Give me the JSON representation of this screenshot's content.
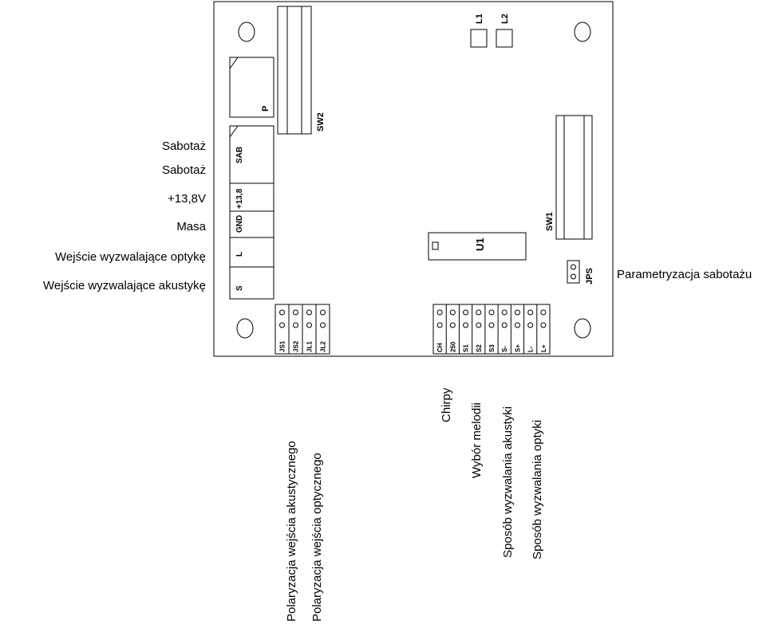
{
  "board": {
    "connectors": {
      "p": "P",
      "sw2": "SW2",
      "sw1": "SW1",
      "u1": "U1",
      "l1": "L1",
      "l2": "L2",
      "jps": "JPS"
    },
    "terminal_labels": [
      "SAB",
      "+13,8",
      "GND",
      "L",
      "S"
    ],
    "jumpers_left": [
      "JS1",
      "JS2",
      "JL1",
      "JL2"
    ],
    "jumpers_right": [
      "CH",
      "250",
      "S1",
      "S2",
      "S3",
      "S-",
      "S+",
      "L-",
      "L+"
    ]
  },
  "left_labels": [
    "Sabotaż",
    "Sabotaż",
    "+13,8V",
    "Masa",
    "Wejście wyzwalające optykę",
    "Wejście wyzwalające akustykę"
  ],
  "right_label": "Parametryzacja sabotażu",
  "bottom_labels_left": [
    "Polaryzacja wejścia akustycznego",
    "Polaryzacja wejścia optycznego"
  ],
  "bottom_labels_right": [
    "Chirpy",
    "Wybór melodii",
    "Sposób wyzwalania akustyki",
    "Sposób wyzwalania optyki"
  ]
}
